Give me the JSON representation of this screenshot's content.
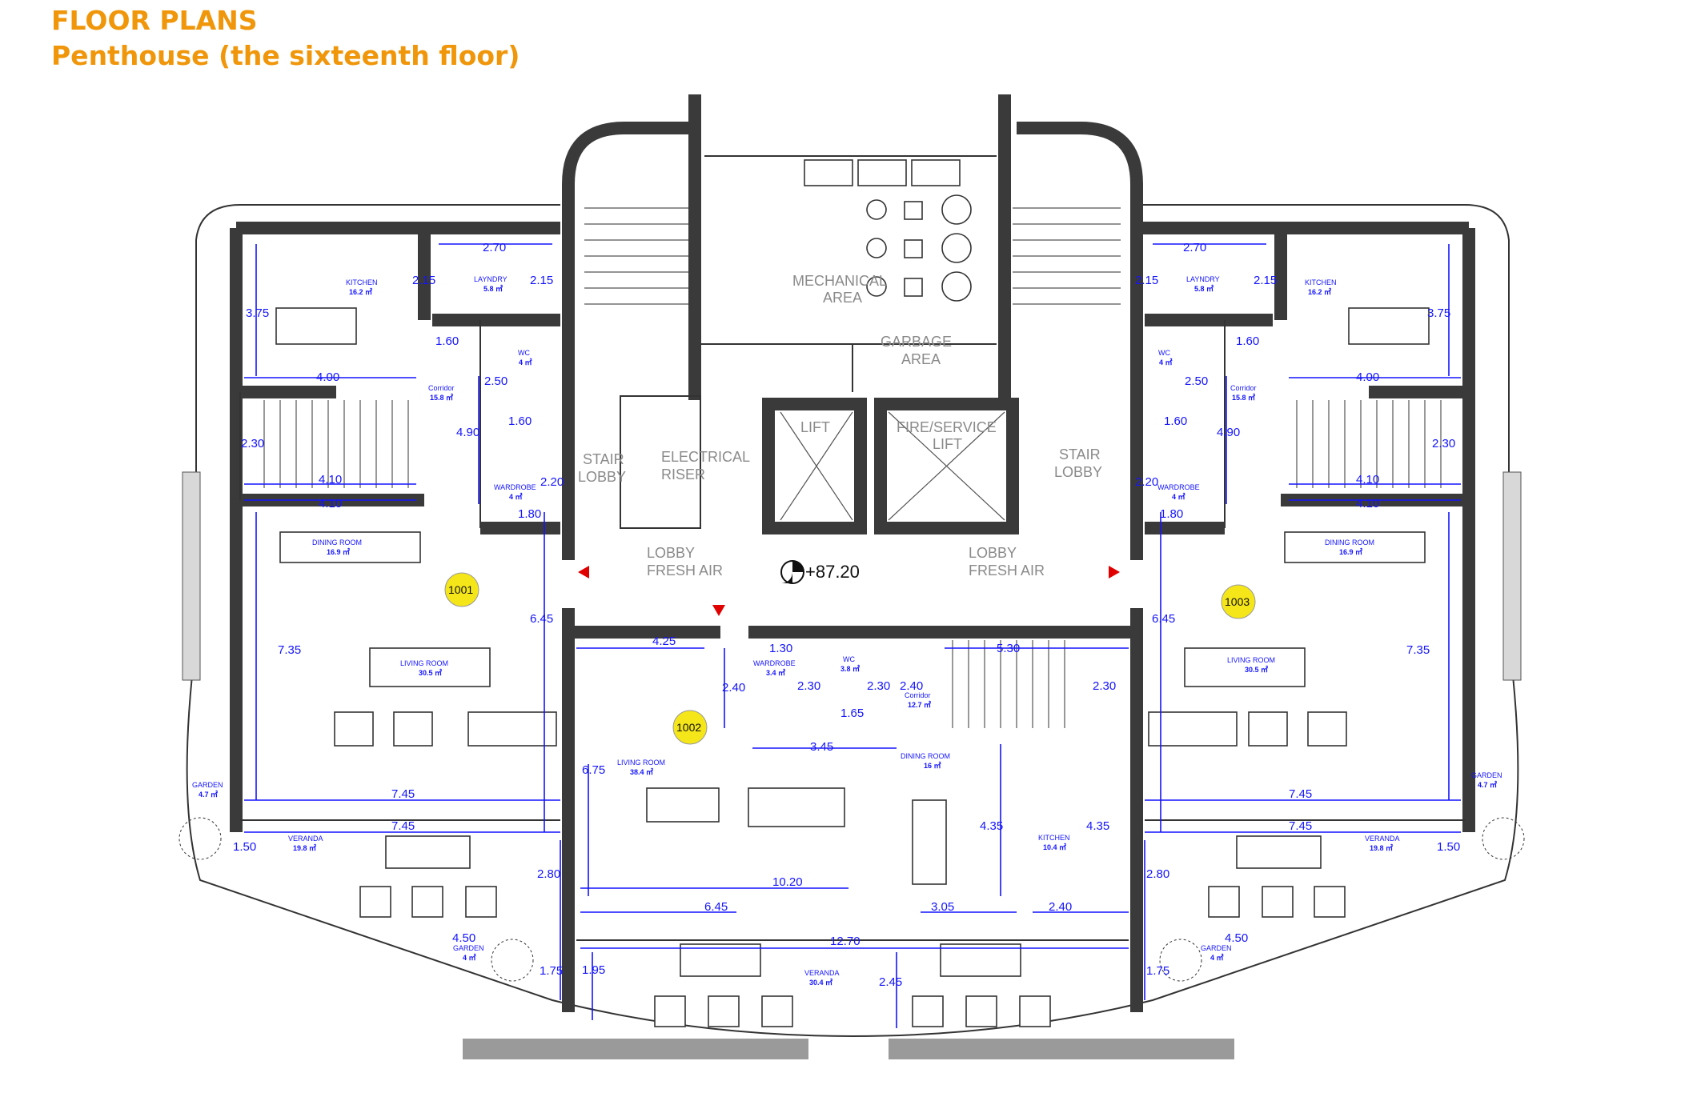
{
  "header": {
    "title": "FLOOR PLANS",
    "subtitle": "Penthouse (the sixteenth floor)"
  },
  "colors": {
    "title": "#f0960a",
    "dimension": "#1414ff",
    "wall": "#3a3a3a",
    "unit_marker": "#f5e619",
    "arrow": "#e00000"
  },
  "level": "+87.20",
  "units": [
    "1001",
    "1002",
    "1003"
  ],
  "common": {
    "mechanical": [
      "MECHANICAL",
      "AREA"
    ],
    "garbage": [
      "GARBAGE",
      "AREA"
    ],
    "stair_lobby": [
      "STAIR",
      "LOBBY"
    ],
    "electrical": [
      "ELECTRICAL",
      "RISER"
    ],
    "lift": "LIFT",
    "fire_lift": [
      "FIRE/SERVICE",
      "LIFT"
    ],
    "lobby": [
      "LOBBY",
      "FRESH AIR"
    ]
  },
  "rooms": {
    "kitchen": "KITCHEN",
    "kitchen_area": "16.2 ㎡",
    "laundry": "LAYNDRY",
    "laundry_area": "5.8 ㎡",
    "wc": "WC",
    "wc_area": "4 ㎡",
    "corridor": "Corridor",
    "corridor_area": "15.8 ㎡",
    "wardrobe": "WARDROBE",
    "wardrobe_area": "4 ㎡",
    "dining": "DINING ROOM",
    "dining_area": "16.9 ㎡",
    "living": "LIVING ROOM",
    "living_area": "30.5 ㎡",
    "garden": "GARDEN",
    "garden_top_area": "4.7 ㎡",
    "garden_bottom_area": "4 ㎡",
    "veranda": "VERANDA",
    "veranda_area": "19.8 ㎡",
    "c_wardrobe_area": "3.4 ㎡",
    "c_wc_area": "3.8 ㎡",
    "c_corridor_area": "12.7 ㎡",
    "c_living_area": "38.4 ㎡",
    "c_dining_area": "16 ㎡",
    "c_kitchen_area": "10.4 ㎡",
    "c_veranda_area": "30.4 ㎡"
  },
  "dims": {
    "d270": "2.70",
    "d215": "2.15",
    "d375": "3.75",
    "d160": "1.60",
    "d400": "4.00",
    "d250": "2.50",
    "d490": "4.90",
    "d230": "2.30",
    "d410": "4.10",
    "d220": "2.20",
    "d180": "1.80",
    "d645": "6.45",
    "d735": "7.35",
    "d745": "7.45",
    "d150": "1.50",
    "d280": "2.80",
    "d450": "4.50",
    "d175": "1.75",
    "c425": "4.25",
    "c130": "1.30",
    "c530": "5.30",
    "c240": "2.40",
    "c230": "2.30",
    "c165": "1.65",
    "c345": "3.45",
    "c675": "6.75",
    "c435": "4.35",
    "c1020": "10.20",
    "c645": "6.45",
    "c305": "3.05",
    "c1270": "12.70",
    "c195": "1.95",
    "c245": "2.45"
  }
}
